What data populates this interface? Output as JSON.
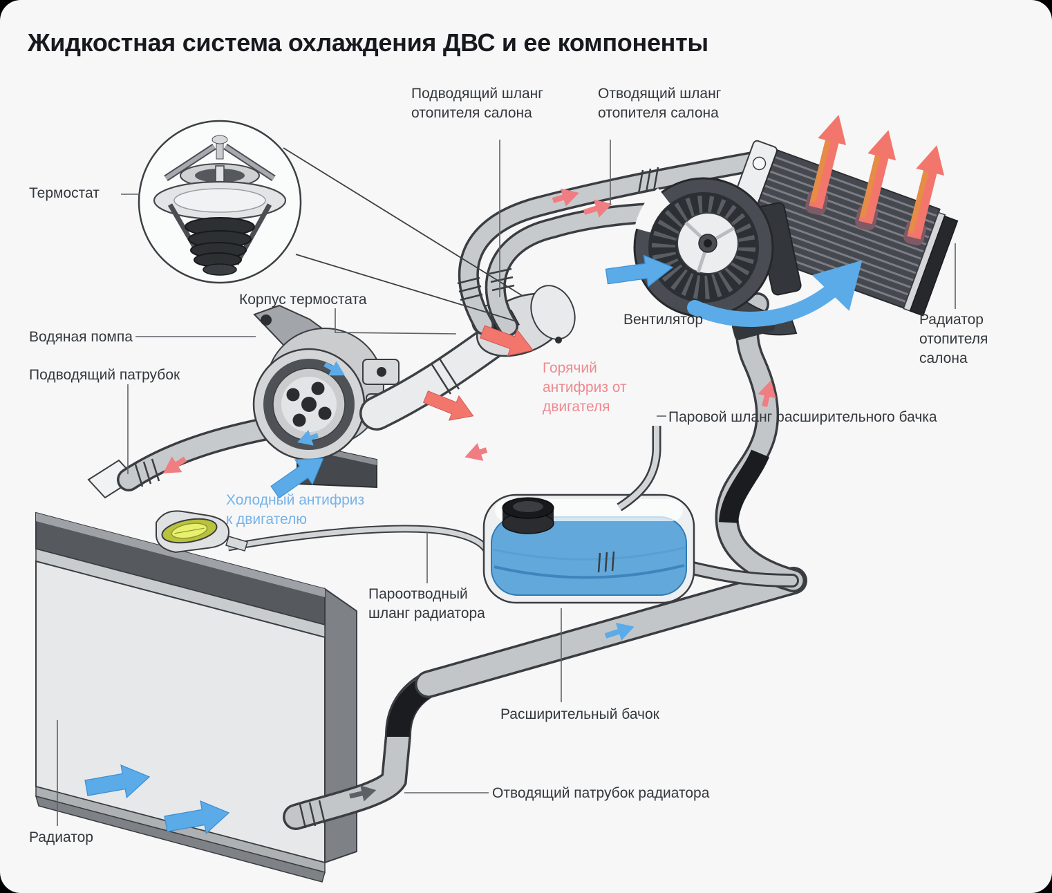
{
  "title": "Жидкостная система охлаждения ДВС и ее компоненты",
  "diagram": {
    "labels": {
      "thermostat": "Термостат",
      "supply_heater_hose": "Подводящий шланг отопителя салона",
      "return_heater_hose": "Отводящий шланг отопителя салона",
      "thermostat_housing": "Корпус термостата",
      "water_pump": "Водяная помпа",
      "inlet_pipe": "Подводящий патрубок",
      "fan": "Вентилятор",
      "heater_radiator": "Радиатор отопителя салона",
      "expansion_tank_steam_hose": "Паровой шланг расширительного бачка",
      "radiator_steam_hose": "Пароотводный шланг радиатора",
      "expansion_tank": "Расширительный бачок",
      "radiator_outlet_pipe": "Отводящий патрубок радиатора",
      "radiator": "Радиатор"
    },
    "flow_annotations": {
      "hot_antifreeze": "Горячий антифриз от двигателя",
      "cold_antifreeze": "Холодный антифриз к двигателю"
    },
    "legend_colors": {
      "hot_flow": "#ee8a8f",
      "cold_flow": "#5babe9",
      "coolant_liquid": "#63a8da"
    }
  }
}
